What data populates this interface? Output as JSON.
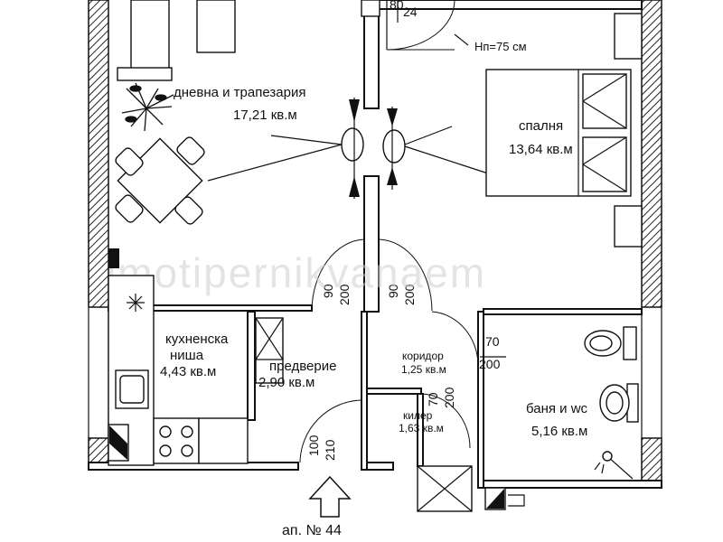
{
  "plan": {
    "apartment_label": "ап. № 44",
    "height_note": "Нп=75 см",
    "watermark": "imotipernikvanaem",
    "rooms": {
      "living": {
        "name": "дневна и трапезария",
        "area": "17,21 кв.м"
      },
      "bedroom": {
        "name": "спалня",
        "area": "13,64 кв.м"
      },
      "kitchen": {
        "name_line1": "кухненска",
        "name_line2": "ниша",
        "area": "4,43 кв.м"
      },
      "hall": {
        "name": "предверие",
        "area": "2,90 кв.м"
      },
      "corridor": {
        "name": "коридор",
        "area": "1,25 кв.м"
      },
      "storage": {
        "name": "килер",
        "area": "1,63 кв.м"
      },
      "bath": {
        "name": "баня и wc",
        "area": "5,16 кв.м"
      }
    },
    "doors": {
      "top_width": "80",
      "top_height": "24",
      "living_width": "90",
      "living_height": "200",
      "corridor_width": "90",
      "corridor_height": "200",
      "bath_width": "70",
      "bath_height": "200",
      "storage_width": "70",
      "storage_height": "200",
      "entrance_width": "100",
      "entrance_height": "210"
    }
  }
}
